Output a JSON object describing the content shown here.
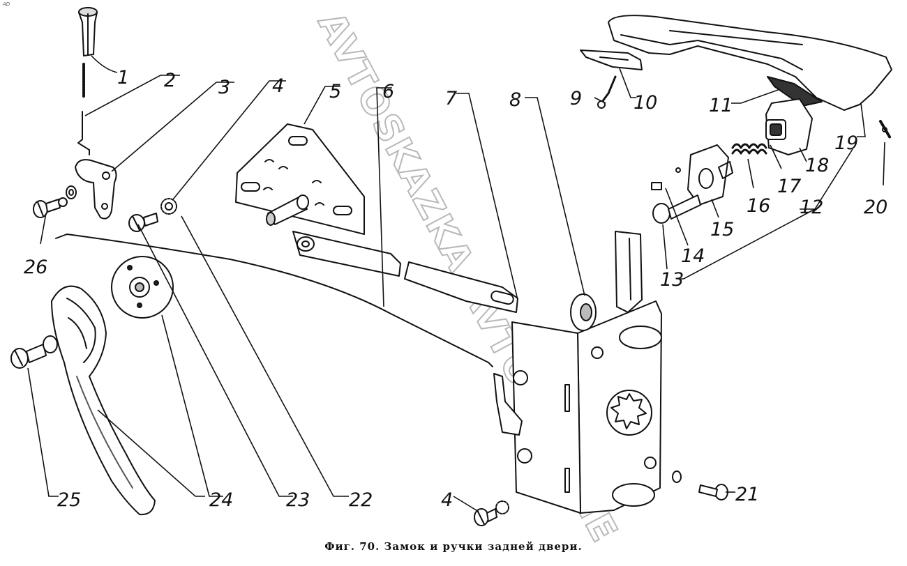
{
  "corner_mark": "AD",
  "watermark": "AVTOSKAZKA.AVTO.ONLINE",
  "caption": "Фиг. 70. Замок и ручки задней двери.",
  "callouts": [
    "1",
    "2",
    "3",
    "4",
    "5",
    "6",
    "7",
    "8",
    "9",
    "10",
    "11",
    "12",
    "13",
    "14",
    "15",
    "16",
    "17",
    "18",
    "19",
    "20",
    "21",
    "22",
    "23",
    "24",
    "25",
    "26",
    "4"
  ]
}
